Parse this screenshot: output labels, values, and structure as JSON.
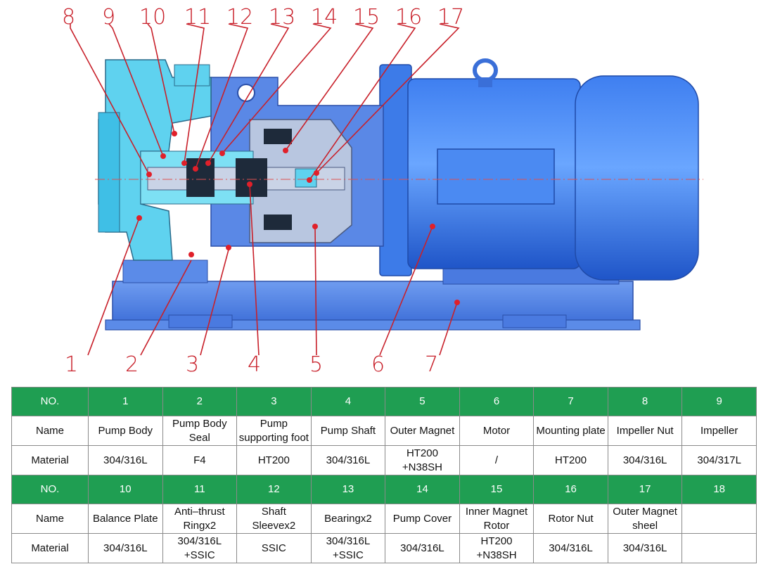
{
  "diagram": {
    "callouts": [
      "1",
      "2",
      "3",
      "4",
      "5",
      "6",
      "7",
      "8",
      "9",
      "10",
      "11",
      "12",
      "13",
      "14",
      "15",
      "16",
      "17"
    ]
  },
  "colors": {
    "motor_blue": "#2f6fe0",
    "frame_blue": "#5b8be8",
    "casing_cyan": "#5fd2ef",
    "callout_red": "#c8202a",
    "table_header_green": "#1f9e52"
  },
  "table": {
    "sections": [
      {
        "header": [
          "NO.",
          "1",
          "2",
          "3",
          "4",
          "5",
          "6",
          "7",
          "8",
          "9"
        ],
        "rows": [
          {
            "label": "Name",
            "cells": [
              "Pump Body",
              "Pump Body\nSeal",
              "Pump\nsupporting foot",
              "Pump Shaft",
              "Outer Magnet",
              "Motor",
              "Mounting plate",
              "Impeller Nut",
              "Impeller"
            ]
          },
          {
            "label": "Material",
            "cells": [
              "304/316L",
              "F4",
              "HT200",
              "304/316L",
              "HT200\n+N38SH",
              "/",
              "HT200",
              "304/316L",
              "304/317L"
            ]
          }
        ]
      },
      {
        "header": [
          "NO.",
          "10",
          "11",
          "12",
          "13",
          "14",
          "15",
          "16",
          "17",
          "18"
        ],
        "rows": [
          {
            "label": "Name",
            "cells": [
              "Balance Plate",
              "Anti–thrust\nRingx2",
              "Shaft Sleevex2",
              "Bearingx2",
              "Pump Cover",
              "Inner Magnet\nRotor",
              "Rotor Nut",
              "Outer Magnet\nsheel",
              ""
            ]
          },
          {
            "label": "Material",
            "cells": [
              "304/316L",
              "304/316L\n+SSIC",
              "SSIC",
              "304/316L\n+SSIC",
              "304/316L",
              "HT200\n+N38SH",
              "304/316L",
              "304/316L",
              ""
            ]
          }
        ]
      }
    ]
  }
}
